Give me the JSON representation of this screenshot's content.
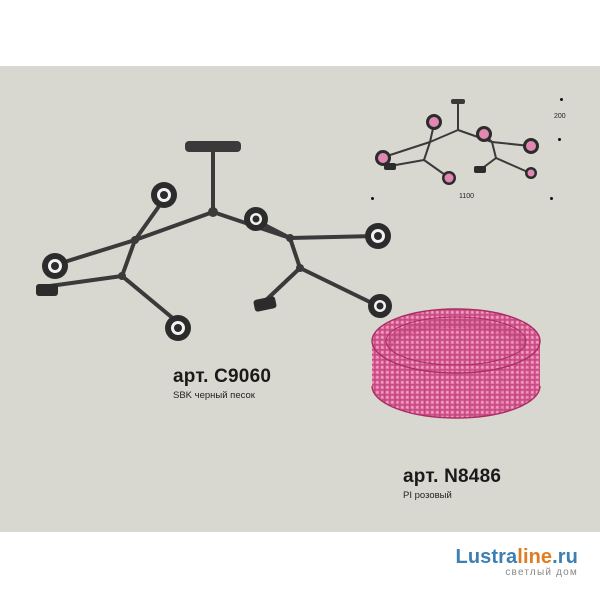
{
  "product1": {
    "article": "арт. C9060",
    "finish": "SBK черный песок"
  },
  "product2": {
    "article": "арт. N8486",
    "finish": "PI розовый"
  },
  "dimensions": {
    "height": "200",
    "width": "1100"
  },
  "brand": {
    "name_main": "Lustra",
    "name_accent": "line",
    "name_domain": ".ru",
    "tagline": "светлый дом"
  },
  "colors": {
    "background_panel": "#d8d8d0",
    "frame": "#3a3a3a",
    "pink": "#d9558f",
    "brand_blue": "#3e7fb3",
    "brand_orange": "#e07d20"
  }
}
